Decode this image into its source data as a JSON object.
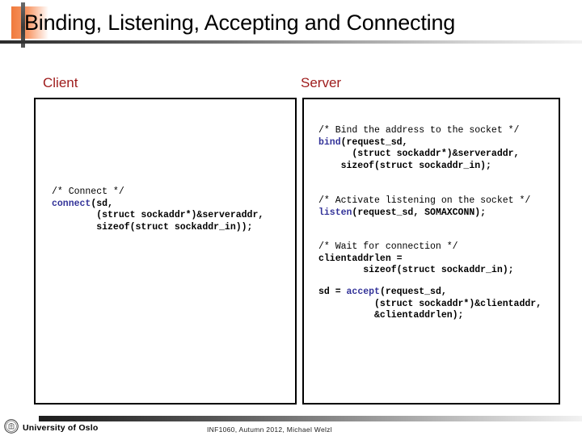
{
  "slide": {
    "title": "Binding, Listening, Accepting and Connecting"
  },
  "columns": {
    "client_label": "Client",
    "server_label": "Server"
  },
  "client_code": {
    "connect": {
      "comment": "/* Connect */",
      "keyword": "connect",
      "line1_rest": "(sd,",
      "line2": "        (struct sockaddr*)&serveraddr,",
      "line3": "        sizeof(struct sockaddr_in));"
    }
  },
  "server_code": {
    "bind": {
      "comment": "/* Bind the address to the socket */",
      "keyword": "bind",
      "line1_rest": "(request_sd,",
      "line2": "      (struct sockaddr*)&serveraddr,",
      "line3": "    sizeof(struct sockaddr_in);"
    },
    "listen": {
      "comment": "/* Activate listening on the socket */",
      "keyword": "listen",
      "line1_rest": "(request_sd, SOMAXCONN);"
    },
    "wait": {
      "comment": "/* Wait for connection */",
      "line1": "clientaddrlen =",
      "line2": "        sizeof(struct sockaddr_in);"
    },
    "accept": {
      "line1_pre": "sd = ",
      "keyword": "accept",
      "line1_rest": "(request_sd,",
      "line2": "          (struct sockaddr*)&clientaddr,",
      "line3": "          &clientaddrlen);"
    }
  },
  "footer": {
    "institution": "University of Oslo",
    "course_info": "INF1060,  Autumn 2012,  Michael Welzl"
  },
  "colors": {
    "title_text": "#000000",
    "column_label": "#9e1b1b",
    "keyword": "#333399",
    "accent_orange": "#f07a3c",
    "box_border": "#000000"
  }
}
